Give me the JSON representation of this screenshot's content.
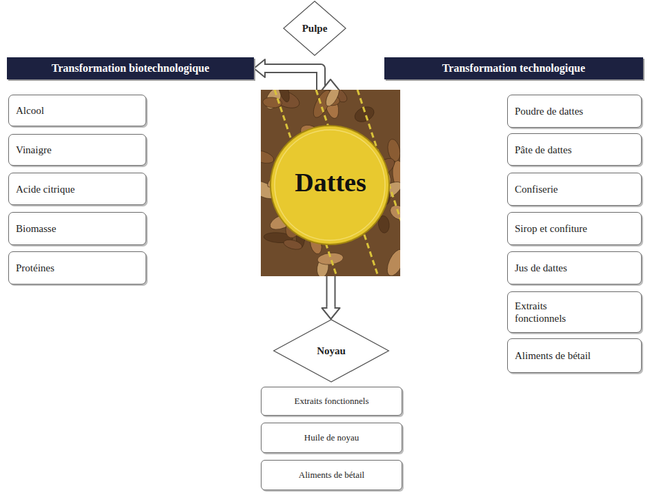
{
  "diagram": {
    "nodes": [
      {
        "text": [
          "Pulpe"
        ]
      },
      {
        "text": [
          "Transformation biotechnologique"
        ]
      },
      {
        "text": [
          "Transformation technologique"
        ]
      },
      {
        "text": [
          "Dattes"
        ]
      },
      {
        "text": [
          "Alcool"
        ]
      },
      {
        "text": [
          "Vinaigre"
        ]
      },
      {
        "text": [
          "Acide citrique"
        ]
      },
      {
        "text": [
          "Biomasse"
        ]
      },
      {
        "text": [
          "Protéines"
        ]
      },
      {
        "text": [
          "Poudre de dattes"
        ]
      },
      {
        "text": [
          "Pâte de dattes"
        ]
      },
      {
        "text": [
          "Confiserie"
        ]
      },
      {
        "text": [
          "Sirop et confiture"
        ]
      },
      {
        "text": [
          "Jus de dattes"
        ]
      },
      {
        "text": [
          "Extraits fonctionnels"
        ]
      },
      {
        "text": [
          "Aliments de bétail"
        ]
      },
      {
        "text": [
          "Noyau"
        ]
      },
      {
        "text": [
          "Extraits fonctionnels"
        ]
      },
      {
        "text": [
          "Huile de noyau"
        ]
      },
      {
        "text": [
          "Aliments de bétail"
        ]
      }
    ],
    "edges": [
      {
        "from": 3,
        "to": 1,
        "arrow": "to"
      },
      {
        "from": 3,
        "to": 2,
        "arrow": "to"
      },
      {
        "from": 3,
        "to": 16,
        "arrow": "to"
      }
    ]
  }
}
